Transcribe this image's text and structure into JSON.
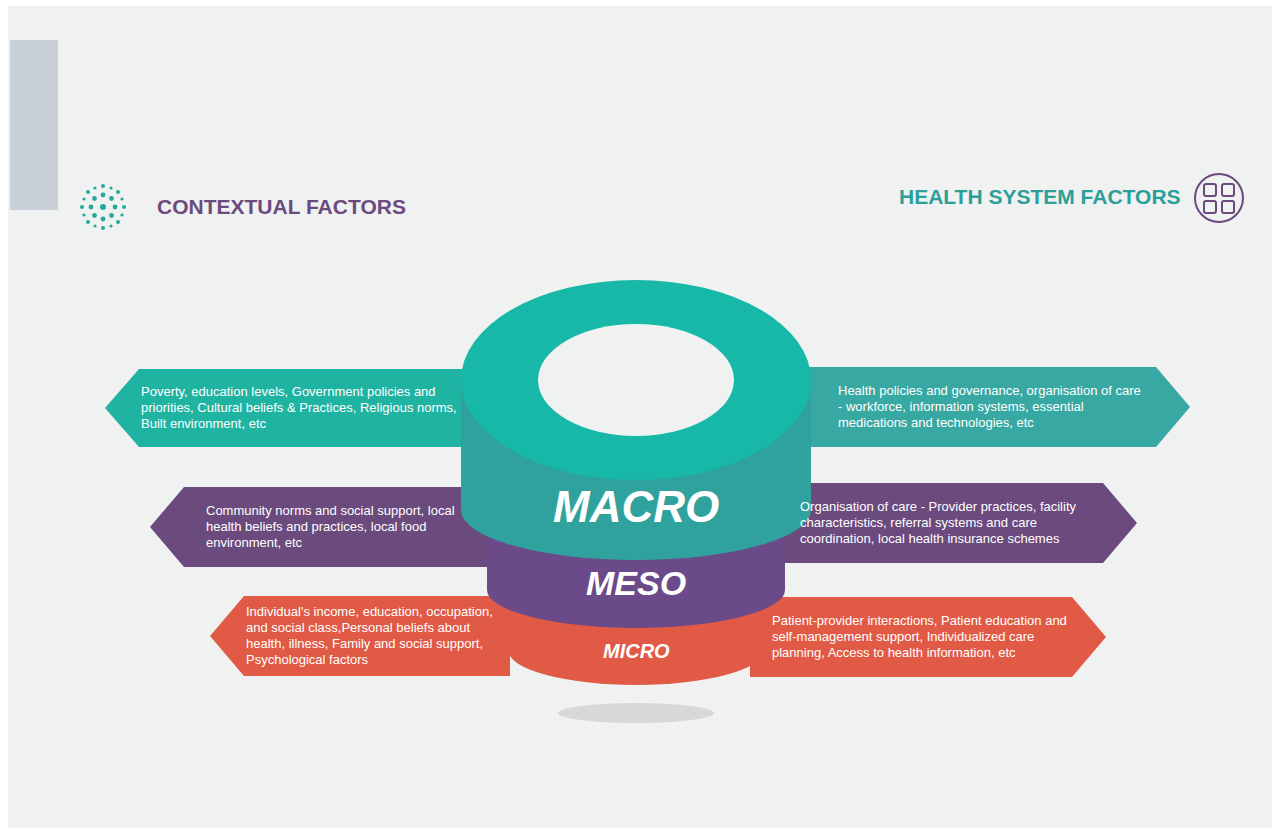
{
  "diagram": {
    "nodes": [
      {
        "text": [
          "Poverty, education levels, Government policies and priorities, Cultural beliefs & Practices, Religious norms, Built environment, etc"
        ]
      },
      {
        "text": [
          "MACRO"
        ]
      },
      {
        "text": [
          "Health policies and governance, organisation of care - workforce, information systems, essential medications and technologies, etc"
        ]
      },
      {
        "text": [
          "Community norms and social support, local health beliefs and practices, local food environment, etc"
        ]
      },
      {
        "text": [
          "MESO"
        ]
      },
      {
        "text": [
          "Organisation of care - Provider practices, facility characteristics, referral systems and care coordination, local health insurance schemes"
        ]
      },
      {
        "text": [
          "Individual's income, education, occupation, and social class,Personal beliefs about health, illness, Family and social support, Psychological factors"
        ]
      },
      {
        "text": [
          "MICRO"
        ]
      },
      {
        "text": [
          "Patient-provider interactions, Patient education and self-management support, Individualized care planning, Access to health information, etc"
        ]
      }
    ],
    "labels": [
      "CONTEXTUAL FACTORS",
      "HEALTH SYSTEM FACTORS"
    ]
  }
}
